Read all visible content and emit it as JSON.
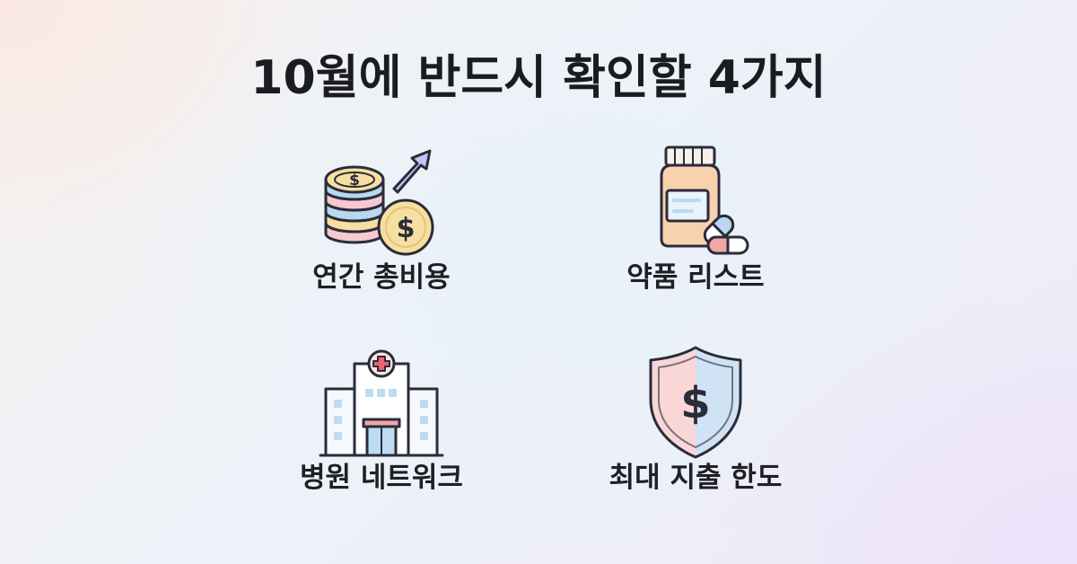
{
  "title": "10월에 반드시 확인할 4가지",
  "items": [
    {
      "label": "연간 총비용",
      "icon": "coins-dollar-arrow-up-icon"
    },
    {
      "label": "약품 리스트",
      "icon": "medicine-bottle-pills-icon"
    },
    {
      "label": "병원 네트워크",
      "icon": "hospital-building-icon"
    },
    {
      "label": "최대 지출 한도",
      "icon": "shield-dollar-icon"
    }
  ],
  "colors": {
    "text": "#1b1b22",
    "stroke": "#2a2c3a",
    "coin_gold": "#f6dfa0",
    "coin_blue": "#b9d8f0",
    "coin_pink": "#f6c9cf",
    "arrow_purple": "#c9c1f2",
    "bottle_orange": "#f8d1ae",
    "pill_red": "#f3a6a6",
    "cross_red": "#e8626f",
    "window_blue": "#bddcf2"
  }
}
